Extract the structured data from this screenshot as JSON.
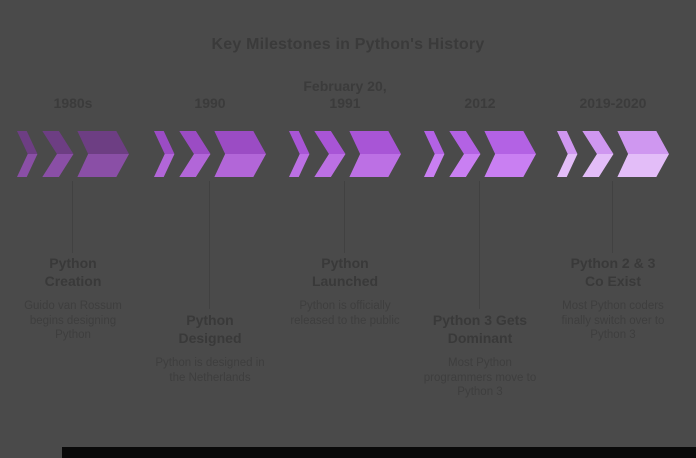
{
  "slide": {
    "title": "Key Milestones in Python's History",
    "background_color": "#4a4a4a",
    "title_color": "#3a3a3a",
    "text_color": "#3b3b3b",
    "stem_color": "#414141",
    "bottom_bar_color": "#0a0a0a"
  },
  "milestones": [
    {
      "era": "1980s",
      "heading": "Python Creation",
      "description": "Guido van Rossum begins designing Python",
      "arrow_top": "#6d3e83",
      "arrow_bottom": "#8a4fa6"
    },
    {
      "era": "1990",
      "heading": "Python Designed",
      "description": "Python is designed in the Netherlands",
      "arrow_top": "#9b4cc4",
      "arrow_bottom": "#b266d8"
    },
    {
      "era": "February 20, 1991",
      "heading": "Python Launched",
      "description": "Python is officially released to the public",
      "arrow_top": "#a855d6",
      "arrow_bottom": "#bc70e4"
    },
    {
      "era": "2012",
      "heading": "Python 3 Gets Dominant",
      "description": "Most Python programmers move to Python 3",
      "arrow_top": "#b362e4",
      "arrow_bottom": "#c97ff2"
    },
    {
      "era": "2019-2020",
      "heading": "Python 2 & 3 Co Exist",
      "description": "Most Python coders finally switch over to Python 3",
      "arrow_top": "#cf97f0",
      "arrow_bottom": "#e3bdf8"
    }
  ]
}
